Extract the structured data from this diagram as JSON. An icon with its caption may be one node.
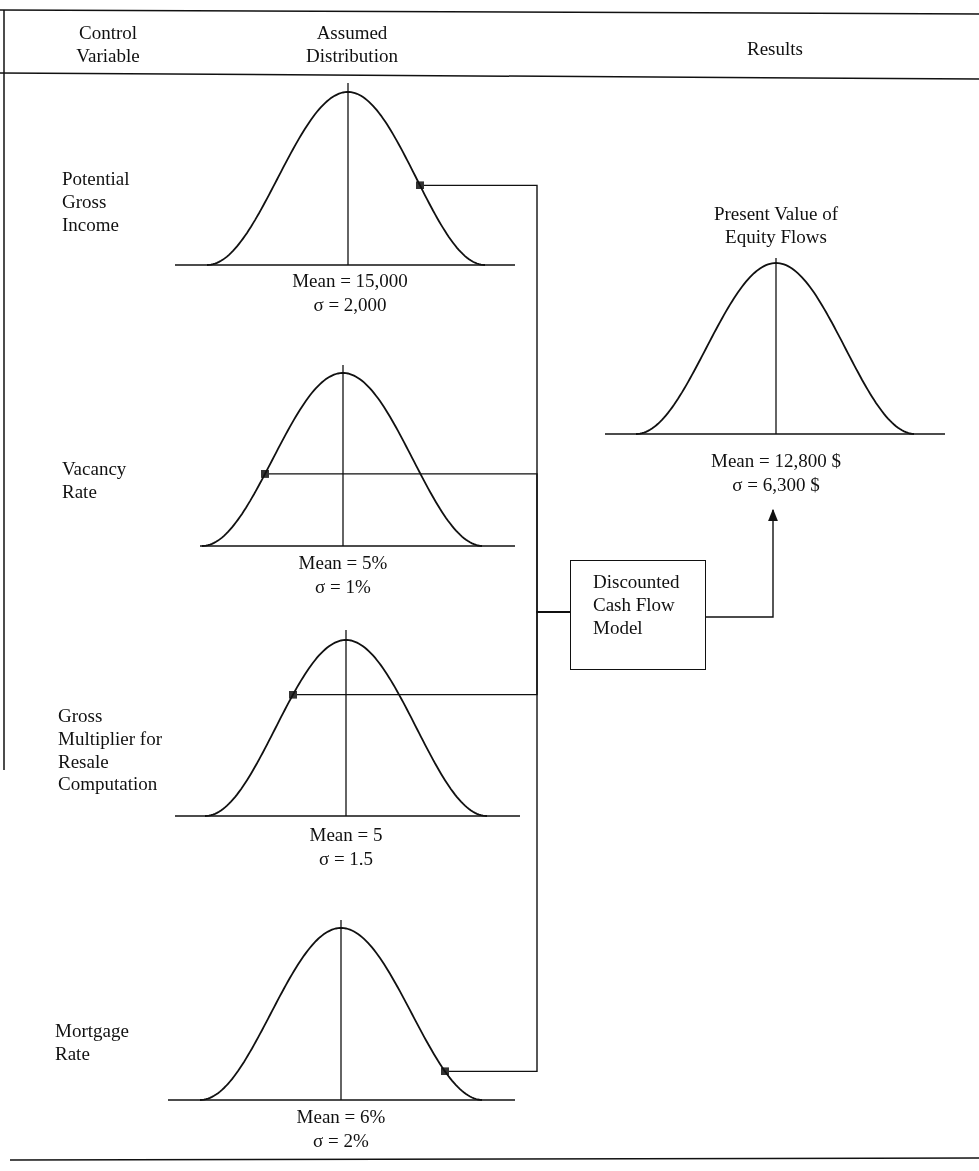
{
  "diagram": {
    "nodes": [
      {
        "text": [
          "Potential Gross Income",
          "Mean = 15,000",
          "σ = 2,000"
        ]
      },
      {
        "text": [
          "Vacancy Rate",
          "Mean = 5%",
          "σ = 1%"
        ]
      },
      {
        "text": [
          "Gross Multiplier for Resale Computation",
          "Mean = 5",
          "σ = 1.5"
        ]
      },
      {
        "text": [
          "Mortgage Rate",
          "Mean = 6%",
          "σ = 2%"
        ]
      },
      {
        "text": [
          "Discounted Cash Flow Model"
        ]
      },
      {
        "text": [
          "Present Value of Equity Flows",
          "Mean = 12,800 $",
          "σ = 6,300 $"
        ]
      }
    ],
    "edges": [
      {
        "from": 0,
        "to": 4,
        "arrow": "other"
      },
      {
        "from": 1,
        "to": 4,
        "arrow": "other"
      },
      {
        "from": 2,
        "to": 4,
        "arrow": "other"
      },
      {
        "from": 3,
        "to": 4,
        "arrow": "other"
      },
      {
        "from": 4,
        "to": 5,
        "arrow": "to"
      }
    ],
    "labels": [
      "Control Variable",
      "Assumed Distribution",
      "Results"
    ]
  }
}
